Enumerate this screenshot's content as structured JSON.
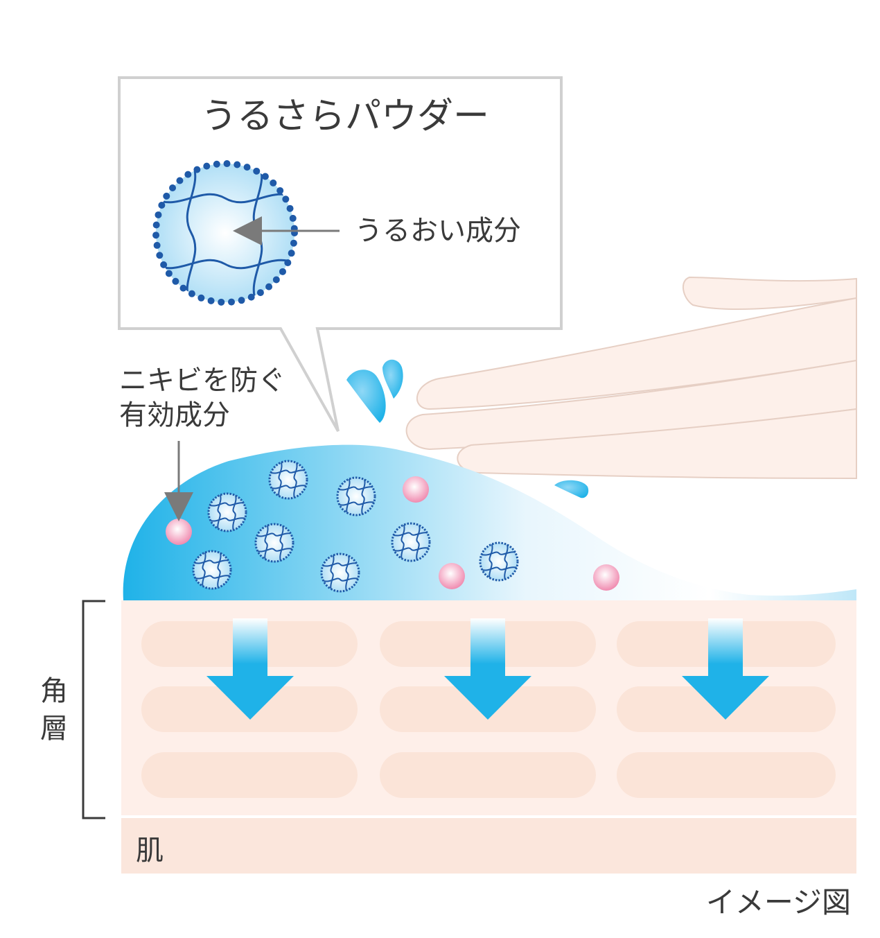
{
  "callout": {
    "title": "うるさらパウダー",
    "moisture_label": "うるおい成分"
  },
  "acne_label": {
    "line1": "ニキビを防ぐ",
    "line2": "有効成分"
  },
  "layers": {
    "stratum_corneum_line1": "角",
    "stratum_corneum_line2": "層",
    "skin_label": "肌"
  },
  "caption": "イメージ図",
  "colors": {
    "powder_dot": "#1f5aa8",
    "water_blue": "#1fb2e8",
    "pink_particle": "#f08bb0",
    "skin": "#fbe6dc",
    "finger": "#fdf0ea"
  }
}
